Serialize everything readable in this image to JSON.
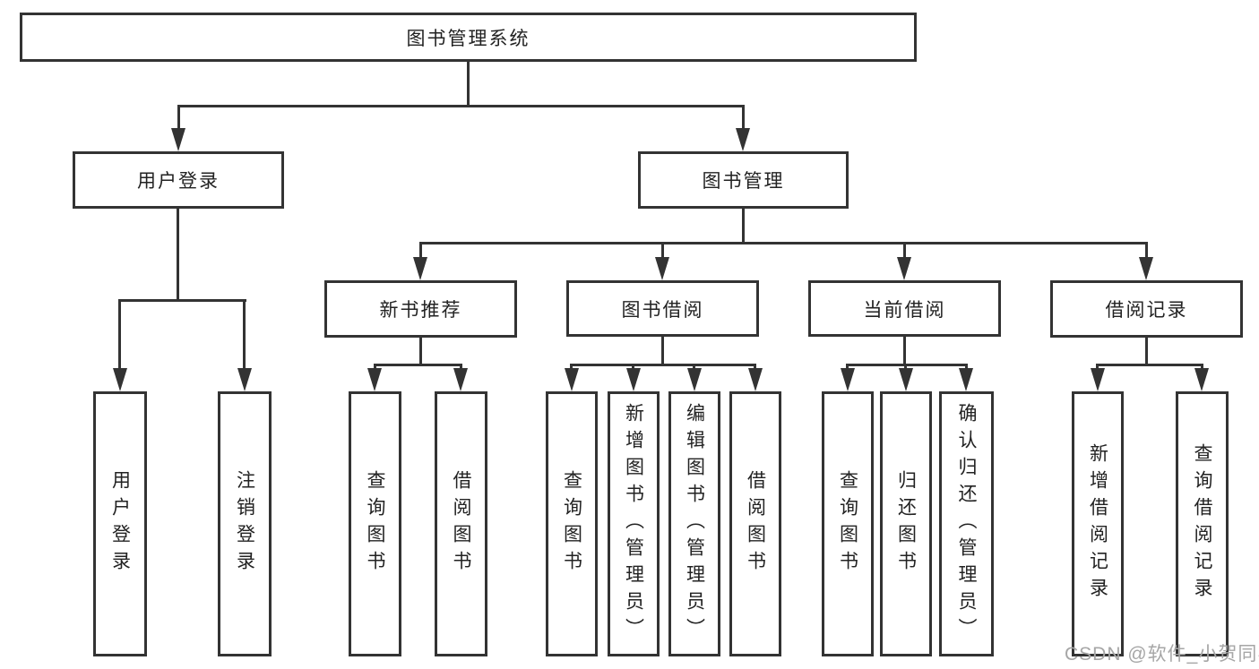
{
  "style": {
    "line_color": "#333333",
    "text_color": "#222222",
    "box_fill": "#ffffff",
    "watermark_color": "#a6a6a6"
  },
  "tree": {
    "root": "图书管理系统",
    "branches": [
      {
        "label": "用户登录",
        "children": [
          {
            "label": "用户登录"
          },
          {
            "label": "注销登录"
          }
        ]
      },
      {
        "label": "图书管理",
        "children": [
          {
            "label": "新书推荐",
            "children": [
              {
                "label": "查询图书"
              },
              {
                "label": "借阅图书"
              }
            ]
          },
          {
            "label": "图书借阅",
            "children": [
              {
                "label": "查询图书"
              },
              {
                "label": "新增图书（管理员）"
              },
              {
                "label": "编辑图书（管理员）"
              },
              {
                "label": "借阅图书"
              }
            ]
          },
          {
            "label": "当前借阅",
            "children": [
              {
                "label": "查询图书"
              },
              {
                "label": "归还图书"
              },
              {
                "label": "确认归还（管理员）"
              }
            ]
          },
          {
            "label": "借阅记录",
            "children": [
              {
                "label": "新增借阅记录"
              },
              {
                "label": "查询借阅记录"
              }
            ]
          }
        ]
      }
    ]
  },
  "watermark": {
    "text": "CSDN @软件_小贺同学"
  }
}
